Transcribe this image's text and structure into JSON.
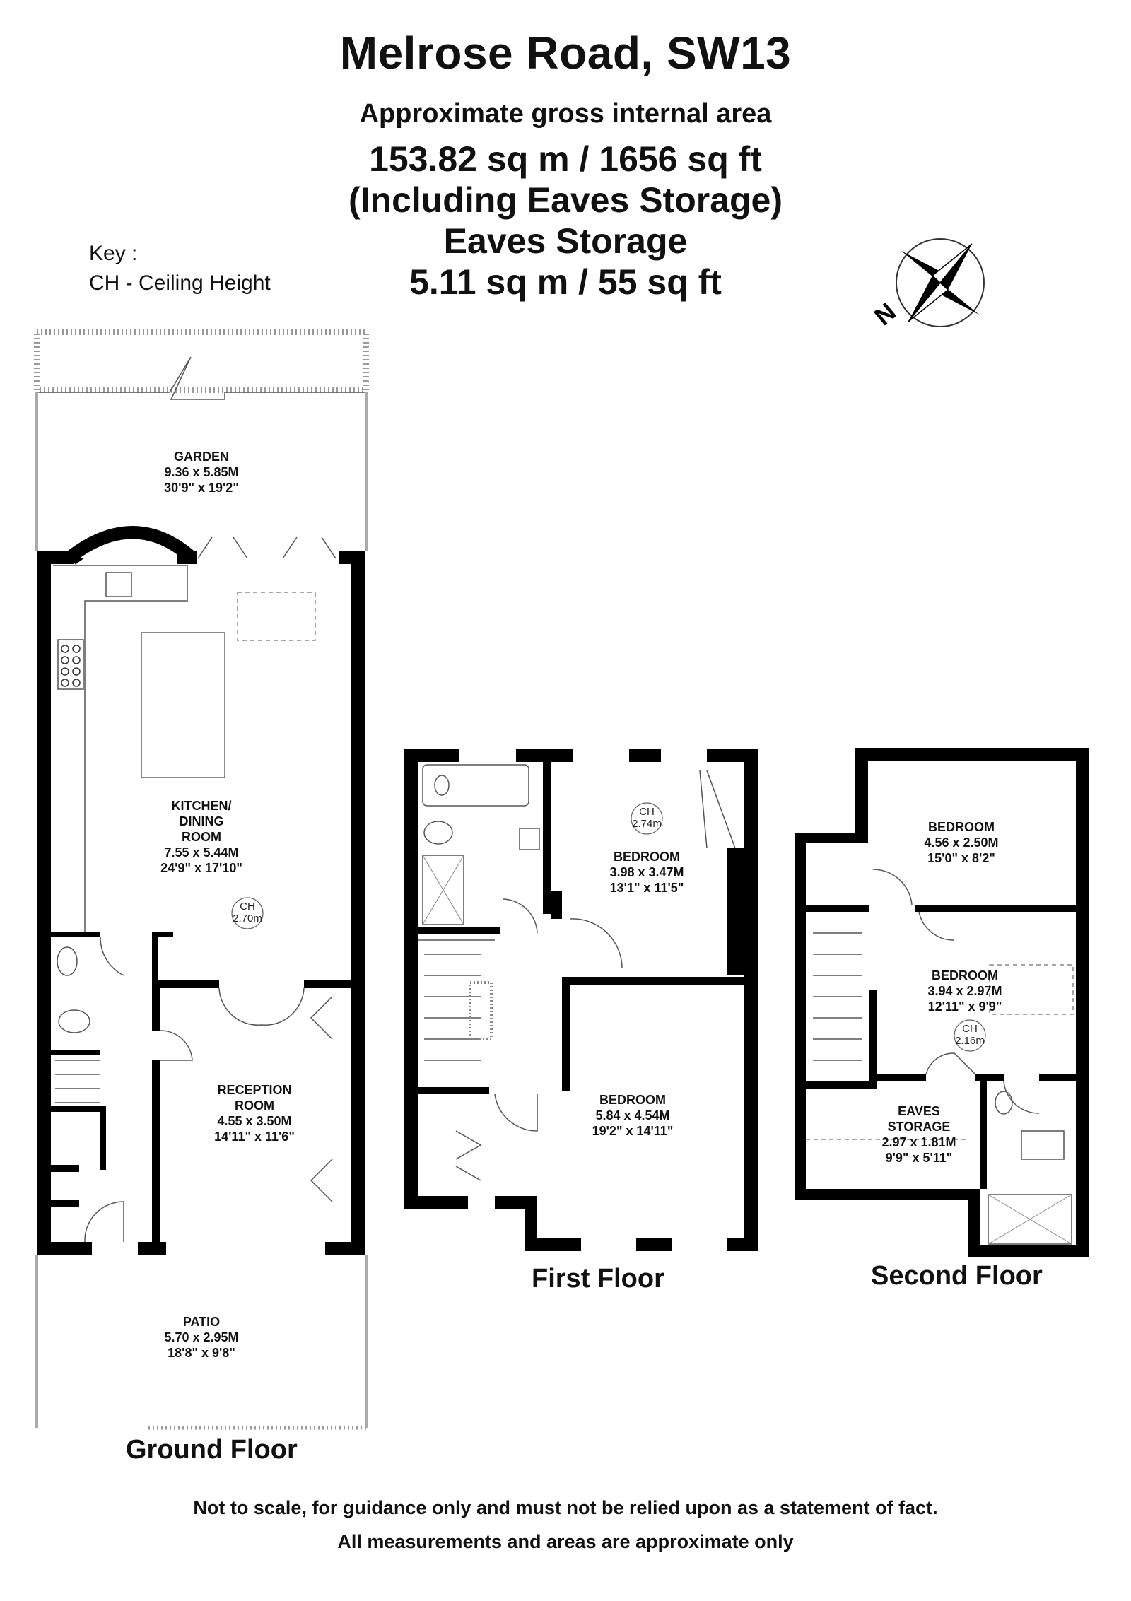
{
  "header": {
    "title": "Melrose Road, SW13",
    "subtitle": "Approximate gross internal area",
    "total_area": "153.82 sq m /  1656 sq ft",
    "including_note": "(Including Eaves Storage)",
    "eaves_heading": "Eaves Storage",
    "eaves_area": "5.11 sq m /  55 sq ft"
  },
  "key": {
    "heading": "Key :",
    "entry": "CH - Ceiling Height"
  },
  "compass": {
    "north_letter": "N"
  },
  "floors": {
    "ground": {
      "label": "Ground Floor",
      "rooms": [
        {
          "name_lines": [
            "GARDEN"
          ],
          "metric": "9.36 x 5.85M",
          "imperial": "30'9\" x 19'2\""
        },
        {
          "name_lines": [
            "KITCHEN/",
            "DINING",
            "ROOM"
          ],
          "metric": "7.55 x 5.44M",
          "imperial": "24'9\" x 17'10\""
        },
        {
          "name_lines": [
            "RECEPTION",
            "ROOM"
          ],
          "metric": "4.55 x 3.50M",
          "imperial": "14'11\" x 11'6\""
        },
        {
          "name_lines": [
            "PATIO"
          ],
          "metric": "5.70 x 2.95M",
          "imperial": "18'8\" x 9'8\""
        }
      ],
      "ceiling": {
        "label": "CH",
        "value": "2.70m"
      }
    },
    "first": {
      "label": "First Floor",
      "rooms": [
        {
          "name_lines": [
            "BEDROOM"
          ],
          "metric": "3.98 x 3.47M",
          "imperial": "13'1\" x 11'5\""
        },
        {
          "name_lines": [
            "BEDROOM"
          ],
          "metric": "5.84 x 4.54M",
          "imperial": "19'2\" x 14'11\""
        }
      ],
      "ceiling": {
        "label": "CH",
        "value": "2.74m"
      }
    },
    "second": {
      "label": "Second Floor",
      "rooms": [
        {
          "name_lines": [
            "BEDROOM"
          ],
          "metric": "4.56 x 2.50M",
          "imperial": "15'0\" x 8'2\""
        },
        {
          "name_lines": [
            "BEDROOM"
          ],
          "metric": "3.94 x 2.97M",
          "imperial": "12'11\" x 9'9\""
        },
        {
          "name_lines": [
            "EAVES",
            "STORAGE"
          ],
          "metric": "2.97 x 1.81M",
          "imperial": "9'9\" x 5'11\""
        }
      ],
      "ceiling": {
        "label": "CH",
        "value": "2.16m"
      }
    }
  },
  "footer": {
    "line1": "Not to scale, for guidance only and must not be relied upon as a statement of fact.",
    "line2": "All measurements and areas are approximate only"
  }
}
